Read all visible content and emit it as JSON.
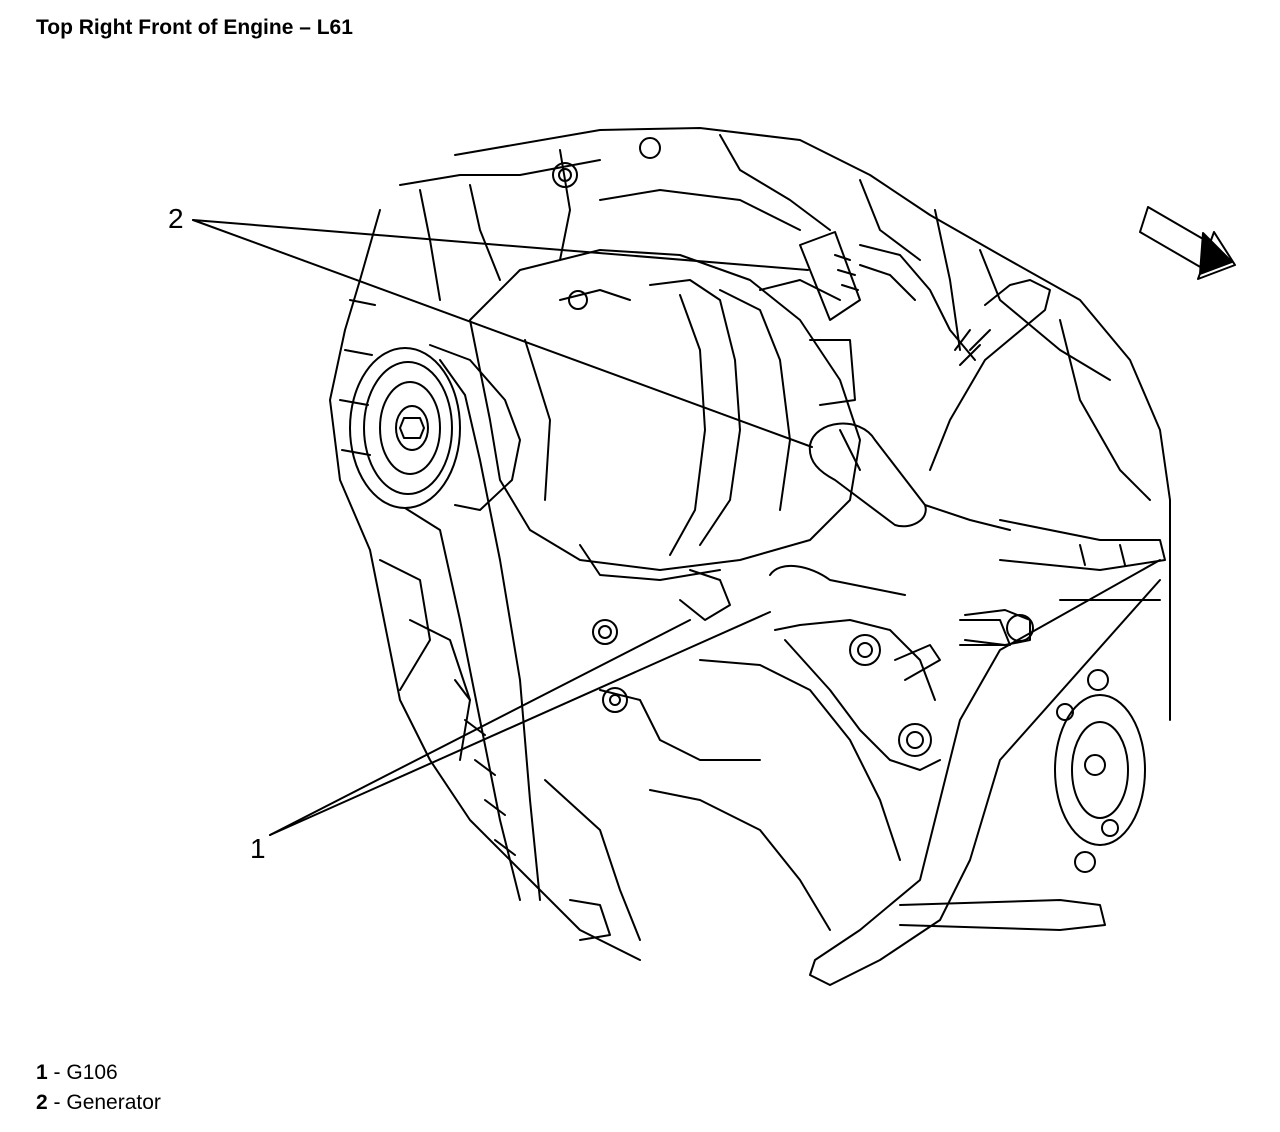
{
  "title": "Top Right Front of Engine – L61",
  "callouts": [
    {
      "number": "1",
      "description": "G106"
    },
    {
      "number": "2",
      "description": "Generator"
    }
  ],
  "colors": {
    "line": "#000000",
    "background": "#ffffff"
  },
  "icons": {
    "orientation": "direction-arrow-icon"
  }
}
